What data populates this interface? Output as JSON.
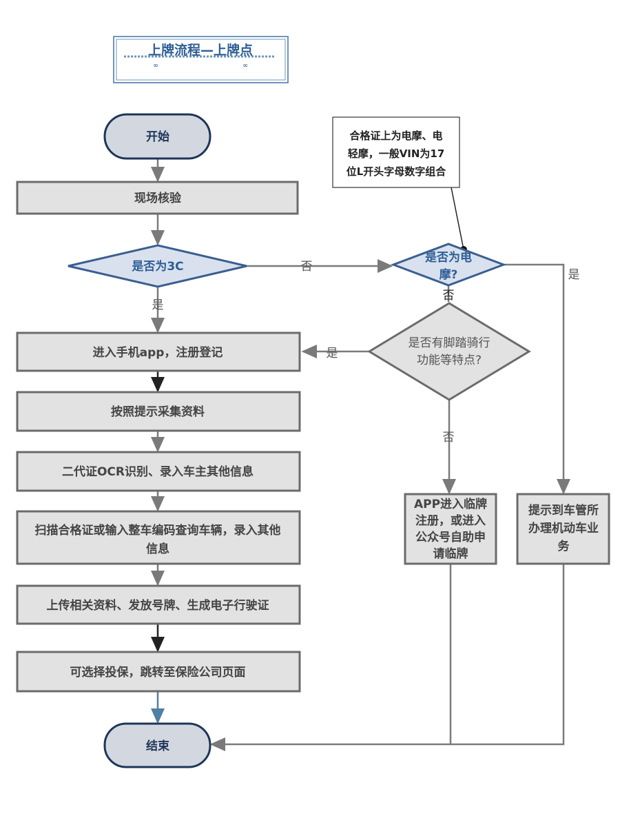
{
  "title": "上牌流程—上牌点",
  "nodes": {
    "start": "开始",
    "onsite_check": "现场核验",
    "is_3c": "是否为3C",
    "enter_app": "进入手机app，注册登记",
    "collect": "按照提示采集资料",
    "ocr": "二代证OCR识别、录入车主其他信息",
    "scan": [
      "扫描合格证或输入整车编码查询车辆，录入其他",
      "信息"
    ],
    "upload": "上传相关资料、发放号牌、生成电子行驶证",
    "insurance": "可选择投保，跳转至保险公司页面",
    "end": "结束",
    "is_emoto": [
      "是否为电",
      "摩?"
    ],
    "pedal": [
      "是否有脚踏骑行",
      "功能等特点?"
    ],
    "temp_plate": [
      "APP进入临牌",
      "注册，或进入",
      "公众号自助申",
      "请临牌"
    ],
    "dmv": [
      "提示到车管所",
      "办理机动车业",
      "务"
    ]
  },
  "note": [
    "合格证上为电摩、电",
    "轻摩，一般VIN为17",
    "位L开头字母数字组合"
  ],
  "edge_labels": {
    "3c_yes": "是",
    "3c_no": "否",
    "emoto_yes": "是",
    "emoto_no": "否",
    "pedal_yes": "是",
    "pedal_no": "否"
  },
  "colors": {
    "accent": "#2e5f94",
    "terminal_stroke": "#1e3657",
    "decision_fill": "#d9e1ef"
  }
}
